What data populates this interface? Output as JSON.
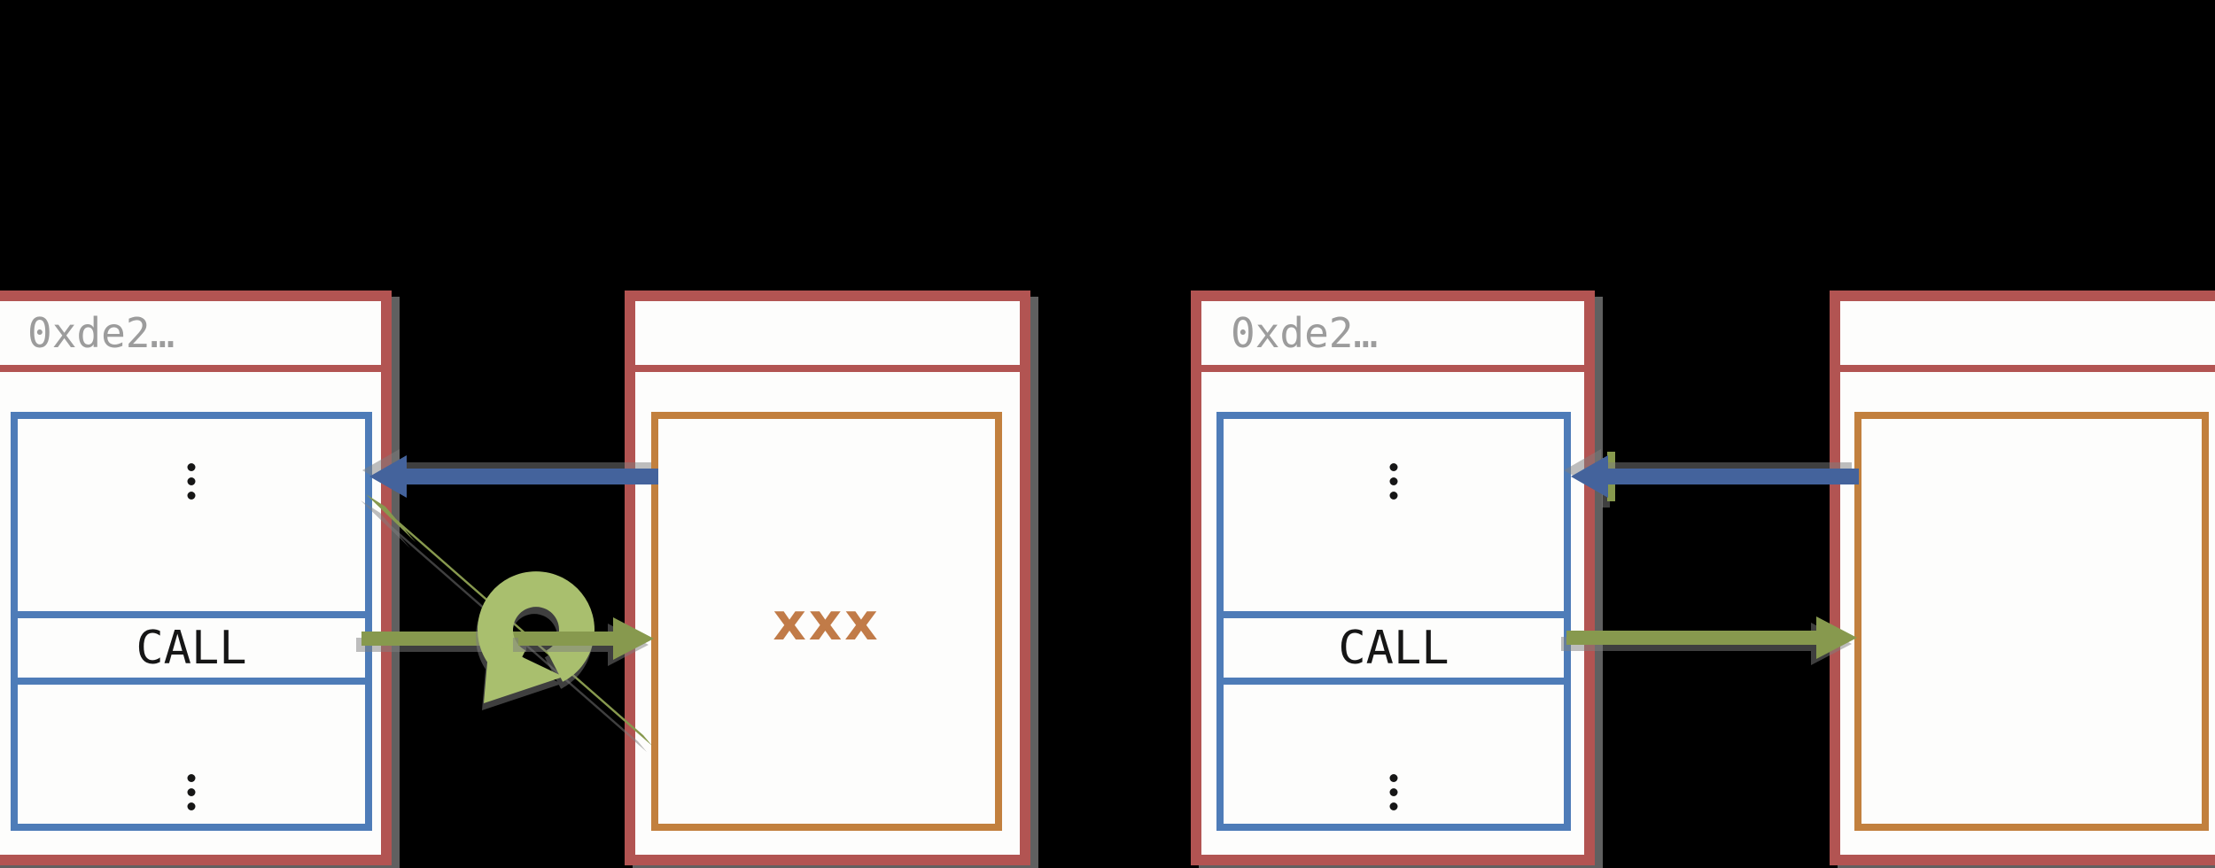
{
  "background": "#000000",
  "colors": {
    "frame_border": "#b25452",
    "frame_fill": "#fdfdfc",
    "code_box_border": "#4e7cb8",
    "target_box_border": "#c2803e",
    "address_text": "#9c9c9c",
    "instruction_text": "#161616",
    "crash_text": "#c17b48",
    "call_arrow": "#87994e",
    "return_arrow": "#44639c",
    "loop_symbol": "#a9bf6e"
  },
  "left_diagram": {
    "caller": {
      "address": "0xde2…",
      "instruction": "CALL"
    },
    "callee": {
      "marker": "xxx"
    }
  },
  "right_diagram": {
    "caller": {
      "address": "0xde2…",
      "instruction": "CALL"
    },
    "callee": {
      "marker": ""
    }
  }
}
